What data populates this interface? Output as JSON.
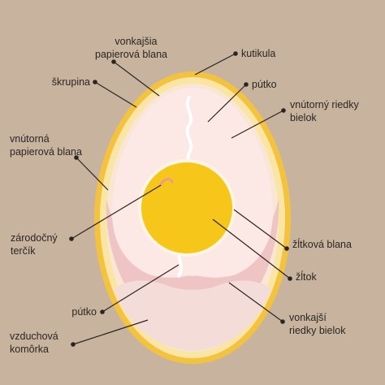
{
  "colors": {
    "background": "#c8b49e",
    "shell_outer": "#f3c340",
    "shell_inner": "#fbe5a4",
    "membrane": "#f9e6d4",
    "inner_white": "#fce8e4",
    "outer_white": "#eec4c5",
    "air_cell": "#f4dcd8",
    "yolk_ring": "#fef5e4",
    "yolk": "#f6c61b",
    "germinal_disc": "#f09a8a",
    "leader": "#2b2522",
    "text": "#2b2522"
  },
  "labels": {
    "outer_membrane": [
      "vonkajšia",
      "papierová blana"
    ],
    "cuticle": [
      "kutikula"
    ],
    "shell": [
      "škrupina"
    ],
    "chalaza_top": [
      "pútko"
    ],
    "thin_inner_white": [
      "vnútorný riedky",
      "bielok"
    ],
    "inner_membrane": [
      "vnútorná",
      "papierová blana"
    ],
    "germinal_disc": [
      "zárodočný",
      "terčík"
    ],
    "vitelline_membrane": [
      "žĺtková blana"
    ],
    "yolk": [
      "žĺtok"
    ],
    "chalaza_bottom": [
      "pútko"
    ],
    "thin_outer_white": [
      "vonkajší",
      "riedky bielok"
    ],
    "air_cell": [
      "vzduchová",
      "komôrka"
    ]
  }
}
